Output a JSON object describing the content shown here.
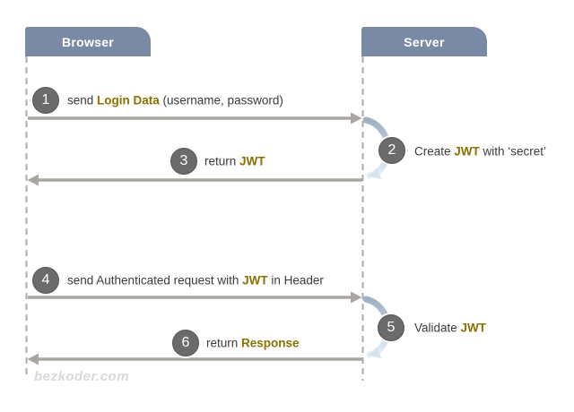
{
  "actors": [
    {
      "label": "Browser"
    },
    {
      "label": "Server"
    }
  ],
  "steps": [
    {
      "number": "1",
      "segments": [
        {
          "t": "send ",
          "k": false
        },
        {
          "t": "Login Data",
          "k": true
        },
        {
          "t": " (username, password)",
          "k": false
        }
      ]
    },
    {
      "number": "2",
      "segments": [
        {
          "t": "Create ",
          "k": false
        },
        {
          "t": "JWT",
          "k": true
        },
        {
          "t": " with ‘secret’",
          "k": false
        }
      ]
    },
    {
      "number": "3",
      "segments": [
        {
          "t": "return ",
          "k": false
        },
        {
          "t": "JWT",
          "k": true
        }
      ]
    },
    {
      "number": "4",
      "segments": [
        {
          "t": "send Authenticated request with ",
          "k": false
        },
        {
          "t": "JWT",
          "k": true
        },
        {
          "t": " in Header",
          "k": false
        }
      ]
    },
    {
      "number": "5",
      "segments": [
        {
          "t": "Validate ",
          "k": false
        },
        {
          "t": "JWT",
          "k": true
        }
      ]
    },
    {
      "number": "6",
      "segments": [
        {
          "t": "return ",
          "k": false
        },
        {
          "t": "Response",
          "k": true
        }
      ]
    }
  ],
  "watermark": "bezkoder.com",
  "colors": {
    "actor_fill": "#7b8aa4",
    "actor_text": "#ffffff",
    "message_arrow": "#a9a5a1",
    "lifeline": "#ababab",
    "step_badge_fill": "#6b6b6b",
    "step_badge_border": "#565656",
    "keyword_text": "#8a7100",
    "body_text": "#3b3b3b",
    "self_loop_gradient_start": "#9db0c4",
    "self_loop_gradient_end": "#e6eef6",
    "watermark_text": "#d9d9d9"
  }
}
